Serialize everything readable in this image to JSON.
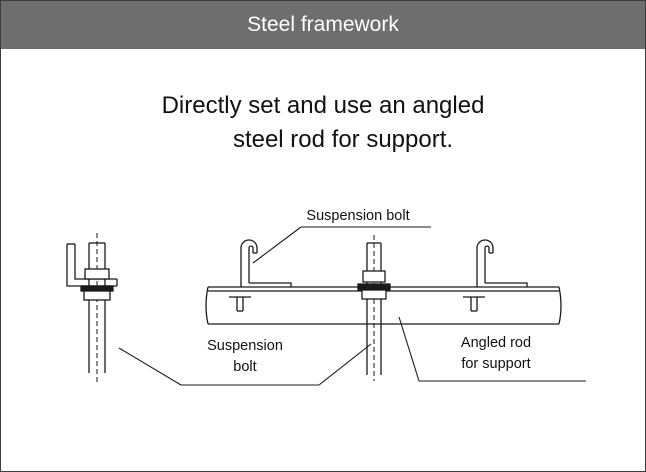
{
  "header": {
    "title": "Steel framework"
  },
  "description": {
    "line1": "Directly set and use an angled",
    "line2": "steel rod for support."
  },
  "labels": {
    "top_bolt": "Suspension bolt",
    "left_bolt_line1": "Suspension",
    "left_bolt_line2": "bolt",
    "rod_line1": "Angled rod",
    "rod_line2": "for support"
  },
  "colors": {
    "header_bg": "#6e6e6e",
    "line": "#1a1a1a"
  }
}
